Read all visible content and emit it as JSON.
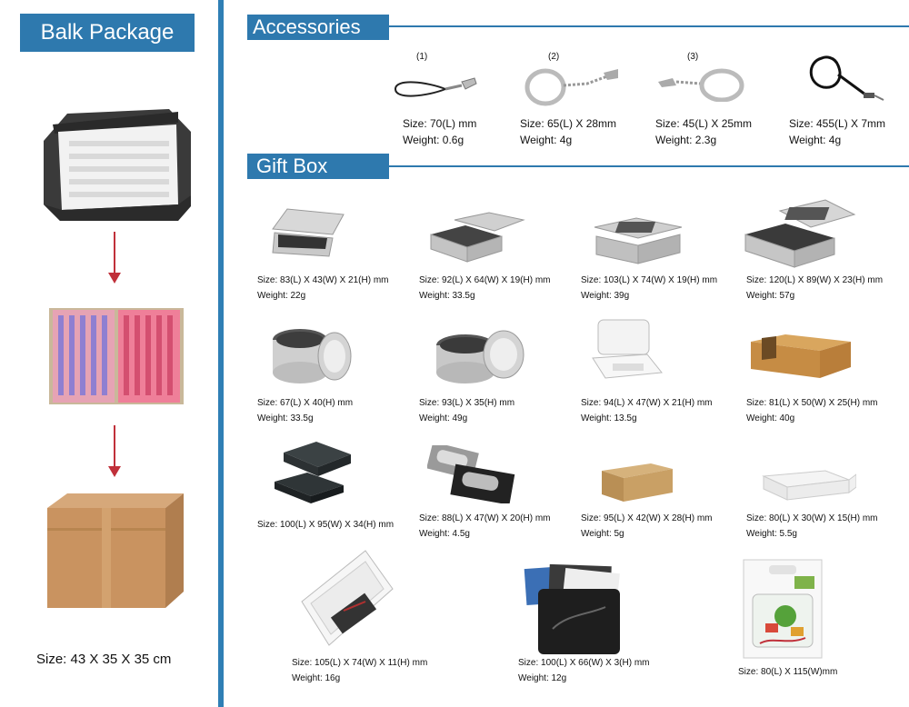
{
  "left": {
    "header": "Balk Package",
    "size": "Size: 43 X 35 X 35 cm"
  },
  "accessories": {
    "header": "Accessories",
    "items": [
      {
        "num": "(1)",
        "size": "Size: 70(L) mm",
        "weight": "Weight: 0.6g",
        "icon": "strap-lanyard-icon"
      },
      {
        "num": "(2)",
        "size": "Size: 65(L) X 28mm",
        "weight": "Weight: 4g",
        "icon": "keyring-icon"
      },
      {
        "num": "(3)",
        "size": "Size: 45(L) X 25mm",
        "weight": "Weight: 2.3g",
        "icon": "keyring-chain-icon"
      },
      {
        "num": "",
        "size": "Size: 455(L) X 7mm",
        "weight": "Weight: 4g",
        "icon": "neck-lanyard-icon"
      }
    ]
  },
  "giftbox": {
    "header": "Gift Box",
    "items": [
      {
        "size": "Size: 83(L) X 43(W) X 21(H) mm",
        "weight": "Weight: 22g"
      },
      {
        "size": "Size: 92(L) X 64(W) X 19(H) mm",
        "weight": "Weight: 33.5g"
      },
      {
        "size": "Size: 103(L) X 74(W) X 19(H) mm",
        "weight": "Weight: 39g"
      },
      {
        "size": "Size: 120(L) X 89(W) X 23(H) mm",
        "weight": "Weight: 57g"
      },
      {
        "size": "Size: 67(L) X 40(H) mm",
        "weight": "Weight: 33.5g"
      },
      {
        "size": "Size: 93(L) X 35(H) mm",
        "weight": "Weight: 49g"
      },
      {
        "size": "Size: 94(L) X 47(W) X 21(H) mm",
        "weight": "Weight: 13.5g"
      },
      {
        "size": "Size: 81(L) X 50(W) X 25(H) mm",
        "weight": "Weight: 40g"
      },
      {
        "size": "Size: 100(L) X 95(W) X 34(H) mm",
        "weight": ""
      },
      {
        "size": "Size: 88(L) X 47(W) X 20(H) mm",
        "weight": "Weight: 4.5g"
      },
      {
        "size": "Size: 95(L) X 42(W) X 28(H) mm",
        "weight": "Weight: 5g"
      },
      {
        "size": "Size: 80(L) X 30(W) X 15(H) mm",
        "weight": "Weight: 5.5g"
      },
      {
        "size": "Size: 105(L) X 74(W) X 11(H) mm",
        "weight": "Weight: 16g"
      },
      {
        "size": "Size: 100(L) X 66(W) X 3(H) mm",
        "weight": "Weight: 12g"
      },
      {
        "size": "Size: 80(L) X 115(W)mm",
        "weight": ""
      }
    ]
  },
  "colors": {
    "accent": "#2e79ae",
    "arrow": "#c0303a"
  }
}
